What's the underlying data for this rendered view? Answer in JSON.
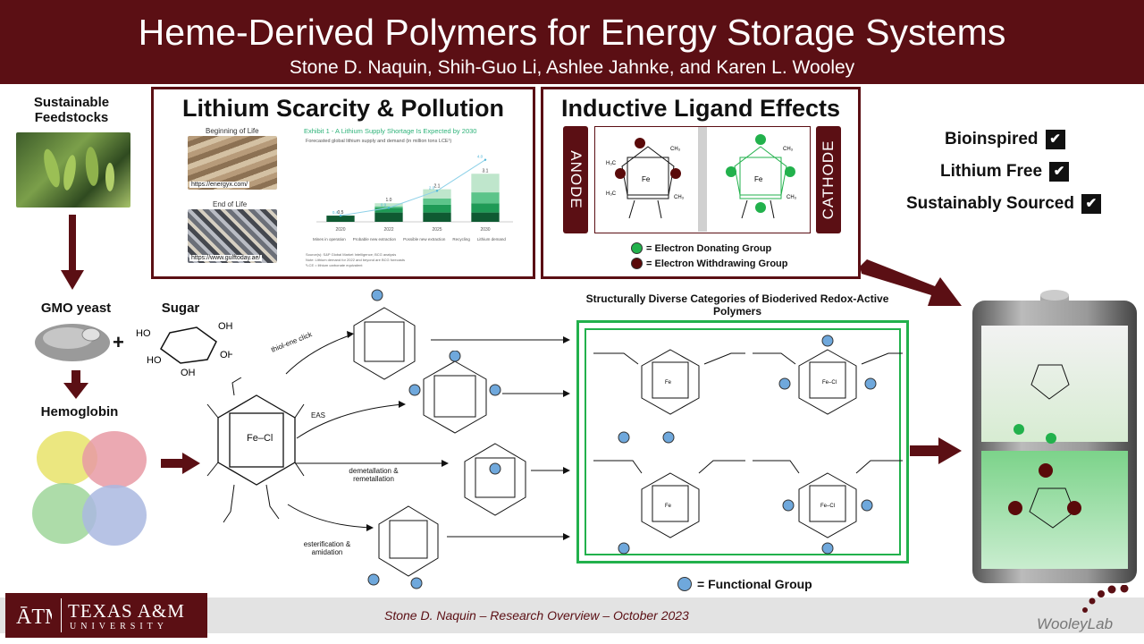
{
  "header": {
    "title": "Heme-Derived Polymers for Energy Storage Systems",
    "authors": "Stone D. Naquin, Shih-Guo Li, Ashlee Jahnke, and Karen L. Wooley"
  },
  "left": {
    "feedstock_title": "Sustainable Feedstocks",
    "gmo_label": "GMO yeast",
    "sugar_label": "Sugar",
    "plus": "+",
    "hemoglobin_label": "Hemoglobin"
  },
  "lithium_panel": {
    "title": "Lithium Scarcity & Pollution",
    "beginning_label": "Beginning of Life",
    "beginning_url": "https://energyx.com/",
    "end_label": "End of Life",
    "end_url": "https://www.gulftoday.ae/",
    "exhibit_title": "Exhibit 1 - A Lithium Supply Shortage Is Expected by 2030",
    "exhibit_subtitle": "Forecasted global lithium supply and demand (in million tons LCE¹)",
    "source_note": "Source(s): S&P Global Market Intelligence; BCG analysis",
    "note_line": "Note: Lithium demand for 2022 and beyond are BCG forecasts",
    "lce_note": "¹LCE = lithium carbonate equivalent",
    "legend": [
      "Mines in operation",
      "Probable new extraction",
      "Possible new extraction",
      "Recycling",
      "Lithium demand"
    ],
    "chart_data": {
      "type": "bar",
      "categories": [
        "2020",
        "2022",
        "2025",
        "2030"
      ],
      "series": [
        {
          "name": "Mines in operation",
          "values": [
            0.4,
            0.6,
            0.6,
            0.6
          ]
        },
        {
          "name": "Probable new extraction",
          "values": [
            0.0,
            0.3,
            0.5,
            0.6
          ]
        },
        {
          "name": "Possible new extraction",
          "values": [
            0.0,
            0.1,
            0.4,
            0.7
          ]
        },
        {
          "name": "Recycling",
          "values": [
            0.0,
            0.2,
            0.6,
            1.2
          ]
        }
      ],
      "totals": [
        "0.5",
        "1.0",
        "2.1",
        "3.1"
      ],
      "demand": {
        "name": "Lithium demand",
        "values": [
          0.4,
          0.9,
          2.0,
          4.0
        ],
        "labels": [
          "0.4",
          "0.9",
          "2.0",
          "4.0"
        ]
      },
      "ylim": [
        0,
        4.5
      ]
    }
  },
  "ligand_panel": {
    "title": "Inductive Ligand Effects",
    "anode_label": "ANODE",
    "cathode_label": "CATHODE",
    "donating_legend": "= Electron Donating Group",
    "withdrawing_legend": "= Electron Withdrawing Group"
  },
  "benefits": [
    {
      "label": "Bioinspired",
      "check": "✔"
    },
    {
      "label": "Lithium Free",
      "check": "✔"
    },
    {
      "label": "Sustainably Sourced",
      "check": "✔"
    }
  ],
  "reactions": {
    "thiol_ene": "thiol-ene click",
    "eas": "EAS",
    "demetallation": "demetallation & remetallation",
    "esterification": "esterification & amidation",
    "fe_cl": "Fe–Cl"
  },
  "polymers": {
    "title": "Structurally Diverse Categories of Bioderived Redox-Active Polymers",
    "functional_group_legend": "= Functional Group"
  },
  "footer": {
    "text": "Stone D. Naquin – Research Overview – October 2023",
    "tamu_logo": "TEXAS A&M",
    "tamu_sub": "UNIVERSITY",
    "lab_logo": "WooleyLab"
  },
  "colors": {
    "maroon": "#5b0f14",
    "green": "#22b14c",
    "blue": "#6fa8dc",
    "dark_red": "#5a0a0a"
  }
}
